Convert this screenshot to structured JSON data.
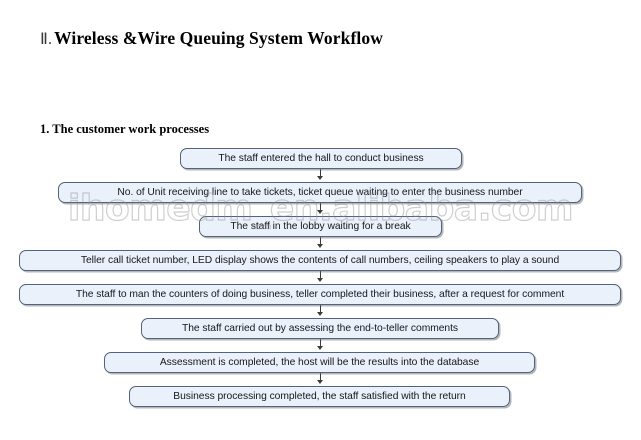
{
  "document": {
    "numeral": "Ⅱ.",
    "title": "Wireless &Wire Queuing System Workflow",
    "section_title": "1. The customer work processes"
  },
  "watermark": {
    "text": "ihomedm_en.alibaba.com"
  },
  "flowchart": {
    "type": "flowchart",
    "direction": "top-to-bottom",
    "node_fill_color": "#eaf1fb",
    "node_border_color": "#53637a",
    "connector_color": "#3b3b3b",
    "nodes": [
      {
        "id": "step-1",
        "label": "The staff entered the hall to conduct business"
      },
      {
        "id": "step-2",
        "label": "No. of Unit receiving line to take tickets, ticket queue waiting to enter the business number"
      },
      {
        "id": "step-3",
        "label": "The staff in the lobby waiting for a break"
      },
      {
        "id": "step-4",
        "label": "Teller call ticket number, LED display shows the contents of call numbers, ceiling speakers to play a sound"
      },
      {
        "id": "step-5",
        "label": "The staff to man the counters of doing business, teller completed their business, after a request for comment"
      },
      {
        "id": "step-6",
        "label": "The staff carried out by assessing the end-to-teller comments"
      },
      {
        "id": "step-7",
        "label": "Assessment is completed, the host will be the results into the database"
      },
      {
        "id": "step-8",
        "label": "Business processing completed, the staff satisfied with the return"
      }
    ],
    "edges": [
      {
        "from": "step-1",
        "to": "step-2"
      },
      {
        "from": "step-2",
        "to": "step-3"
      },
      {
        "from": "step-3",
        "to": "step-4"
      },
      {
        "from": "step-4",
        "to": "step-5"
      },
      {
        "from": "step-5",
        "to": "step-6"
      },
      {
        "from": "step-6",
        "to": "step-7"
      },
      {
        "from": "step-7",
        "to": "step-8"
      }
    ]
  }
}
